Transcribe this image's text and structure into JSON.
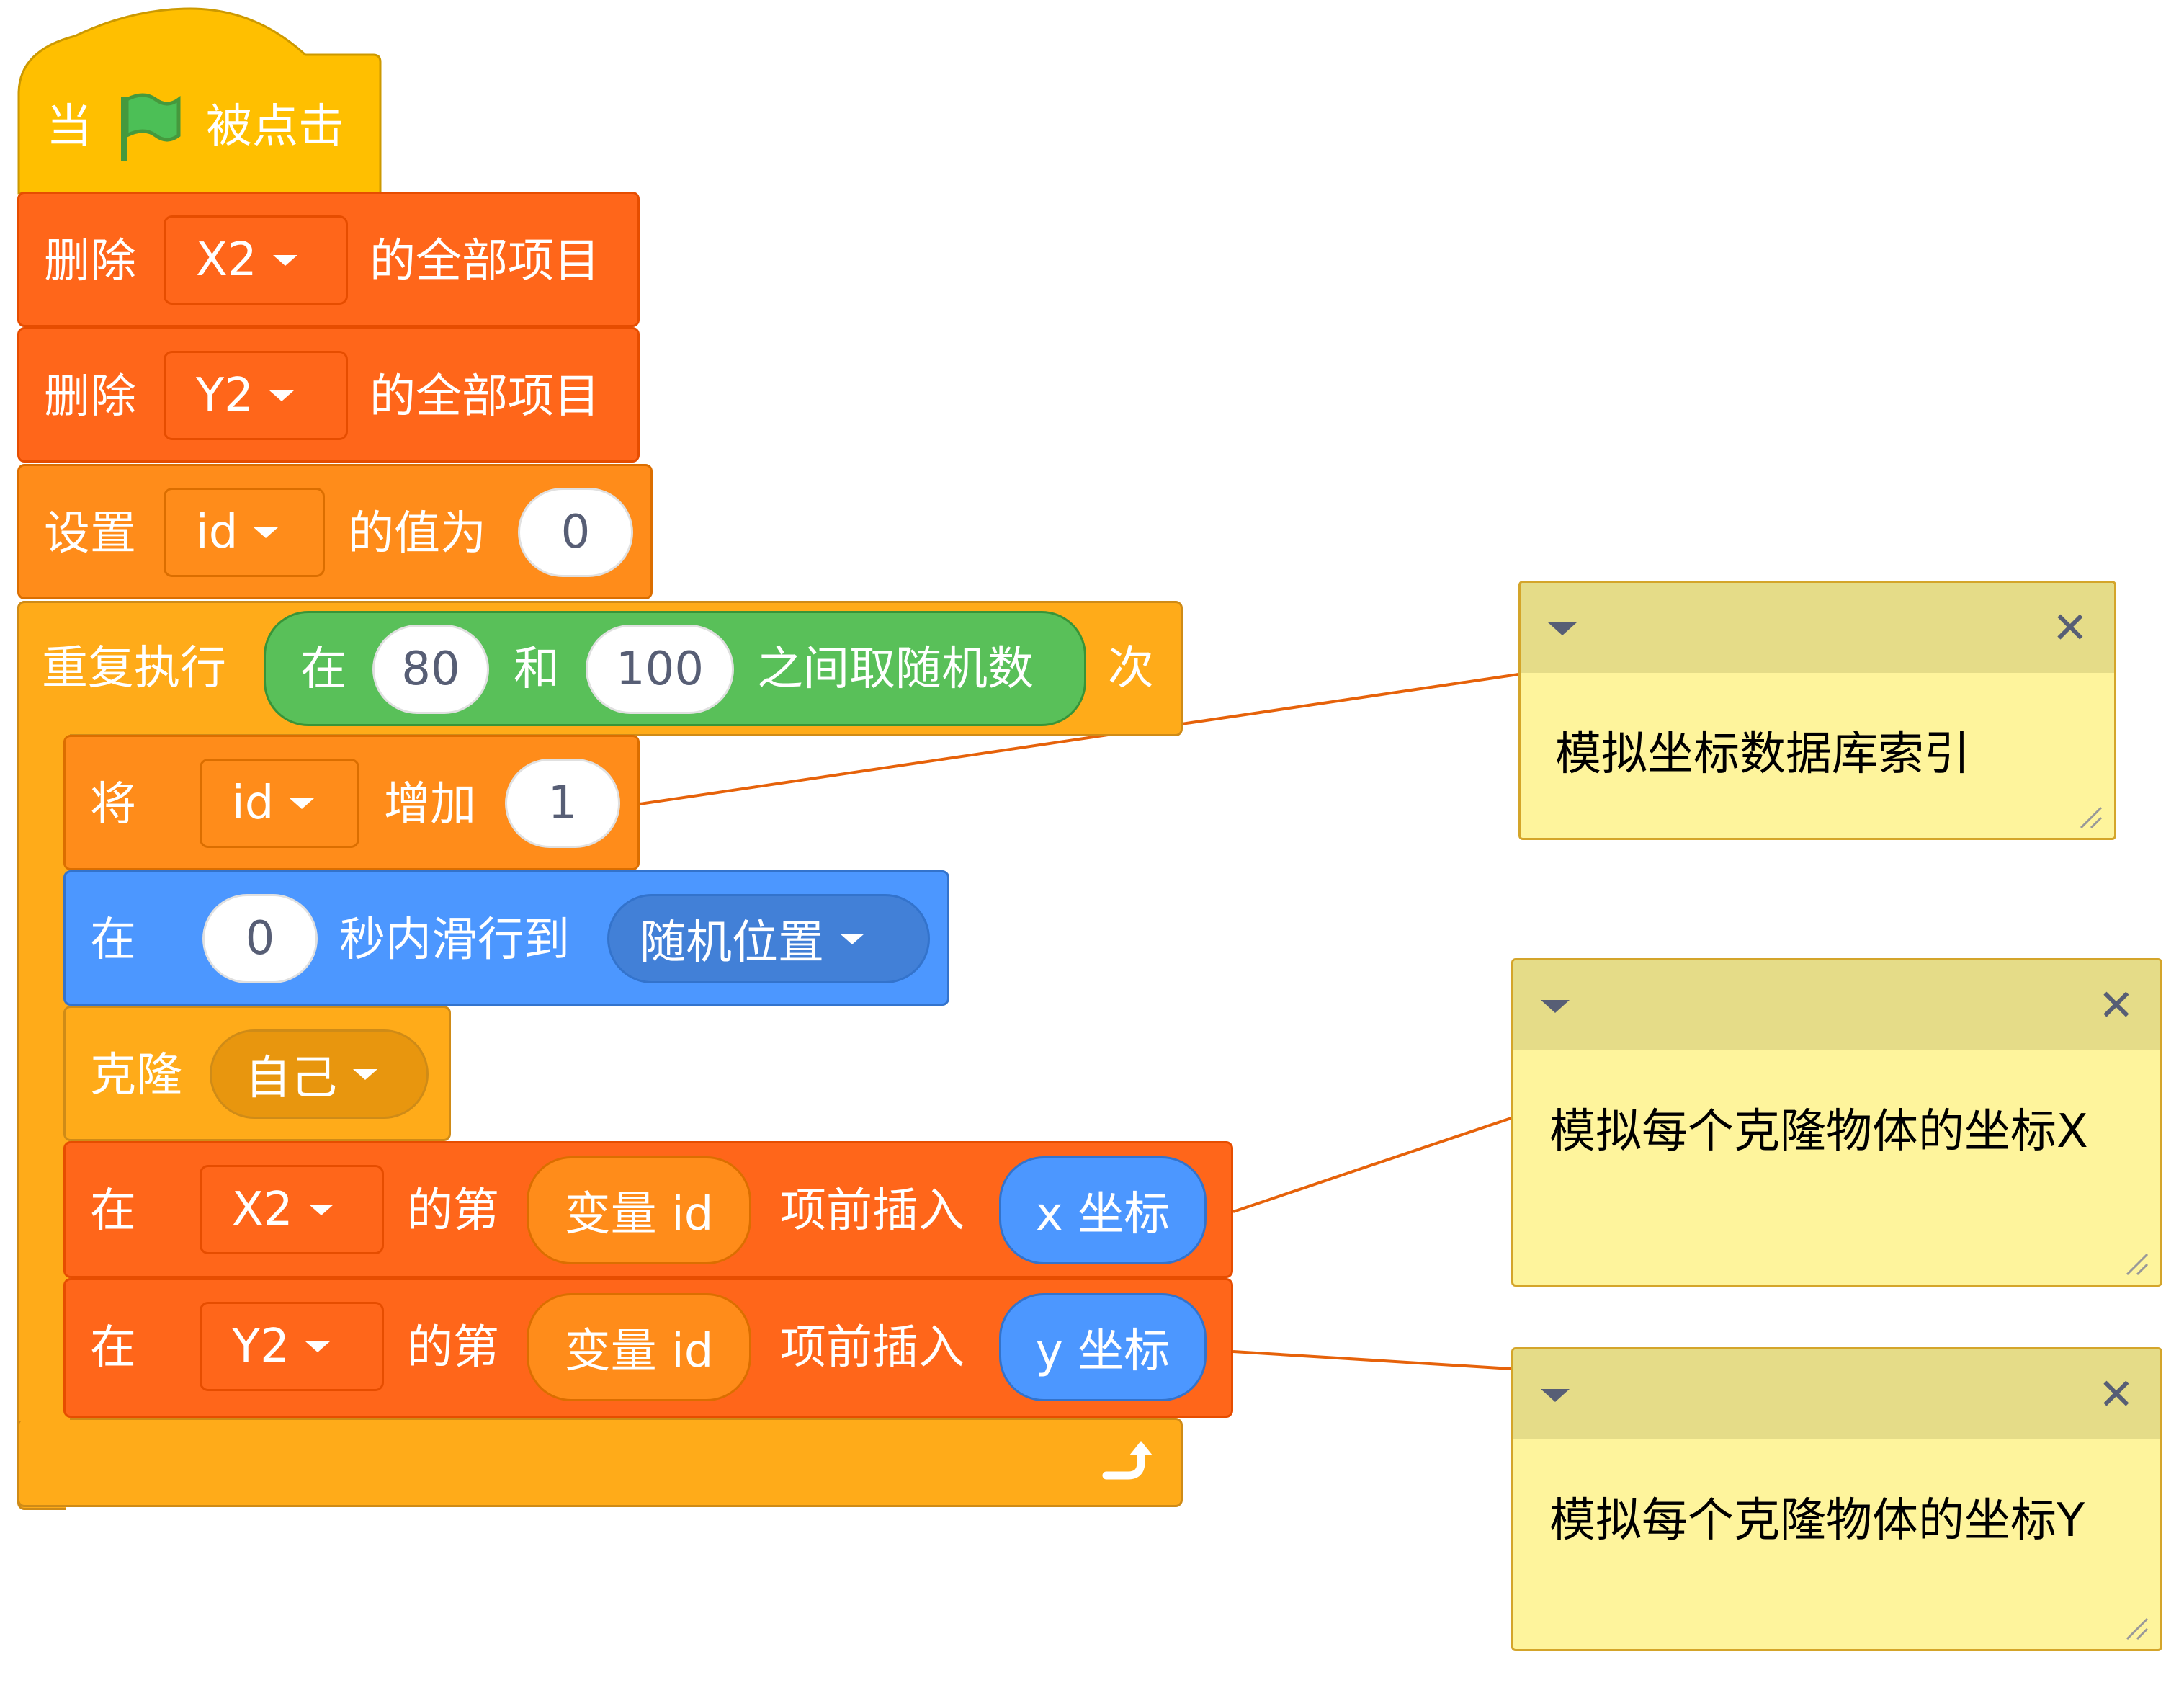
{
  "script": {
    "hat": {
      "prefix": "当",
      "suffix": "被点击",
      "flag_icon": "green-flag-icon"
    },
    "delete_x2": {
      "label": "删除",
      "list": "X2",
      "suffix": "的全部项目"
    },
    "delete_y2": {
      "label": "删除",
      "list": "Y2",
      "suffix": "的全部项目"
    },
    "set_id": {
      "label": "设置",
      "variable": "id",
      "middle": "的值为",
      "value": "0"
    },
    "repeat": {
      "label": "重复执行",
      "random": {
        "prefix": "在",
        "from": "80",
        "and": "和",
        "to": "100",
        "suffix": "之间取随机数"
      },
      "suffix": "次",
      "loop_icon": "loop-arrow-icon"
    },
    "change_id": {
      "label": "将",
      "variable": "id",
      "middle": "增加",
      "value": "1"
    },
    "glide": {
      "prefix": "在",
      "seconds": "0",
      "middle": "秒内滑行到",
      "target": "随机位置"
    },
    "clone": {
      "label": "克隆",
      "target": "自己"
    },
    "insert_x": {
      "prefix": "在",
      "list": "X2",
      "middle": "的第",
      "index_label": "变量 id",
      "suffix": "项前插入",
      "value": "x 坐标"
    },
    "insert_y": {
      "prefix": "在",
      "list": "Y2",
      "middle": "的第",
      "index_label": "变量 id",
      "suffix": "项前插入",
      "value": "y 坐标"
    }
  },
  "comments": [
    {
      "text": "模拟坐标数据库索引"
    },
    {
      "text": "模拟每个克隆物体的坐标X"
    },
    {
      "text": "模拟每个克隆物体的坐标Y"
    }
  ],
  "colors": {
    "events": "#ffbf00",
    "lists": "#ff661a",
    "variables": "#ff8c1a",
    "control": "#ffab19",
    "operators": "#59c059",
    "motion": "#4c97ff",
    "sensing_reporter": "#5cb1d6",
    "comment_body": "#fef49c",
    "comment_head": "#e5dc88",
    "connector": "#e6620a"
  }
}
